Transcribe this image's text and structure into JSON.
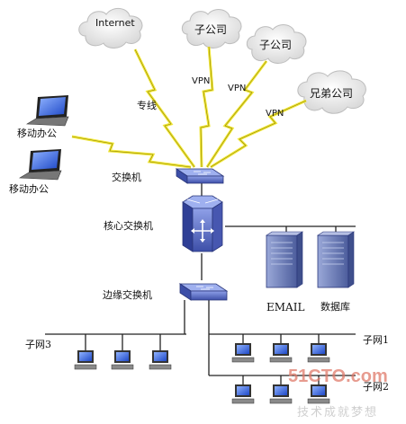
{
  "clouds": {
    "internet": "Internet",
    "sub1": "子公司",
    "sub2": "子公司",
    "brother": "兄弟公司"
  },
  "links": {
    "leased": "专线",
    "vpn1": "VPN",
    "vpn2": "VPN",
    "vpn3": "VPN"
  },
  "nodes": {
    "mobile1": "移动办公",
    "mobile2": "移动办公",
    "switch": "交换机",
    "core_switch": "核心交换机",
    "edge_switch": "边缘交换机",
    "email": "EMAIL",
    "database": "数据库",
    "subnet3": "子网3",
    "subnet1": "子网1",
    "subnet2": "子网2"
  },
  "watermark": {
    "site": "51CTO.com",
    "slogan": "技术成就梦想"
  },
  "colors": {
    "lightning": "#f2e83a",
    "device_blue": "#5b6fc4",
    "server_blue": "#6c7fb9",
    "cloud_fill": "#f2f2f2",
    "watermark": "#d9d9d9"
  }
}
